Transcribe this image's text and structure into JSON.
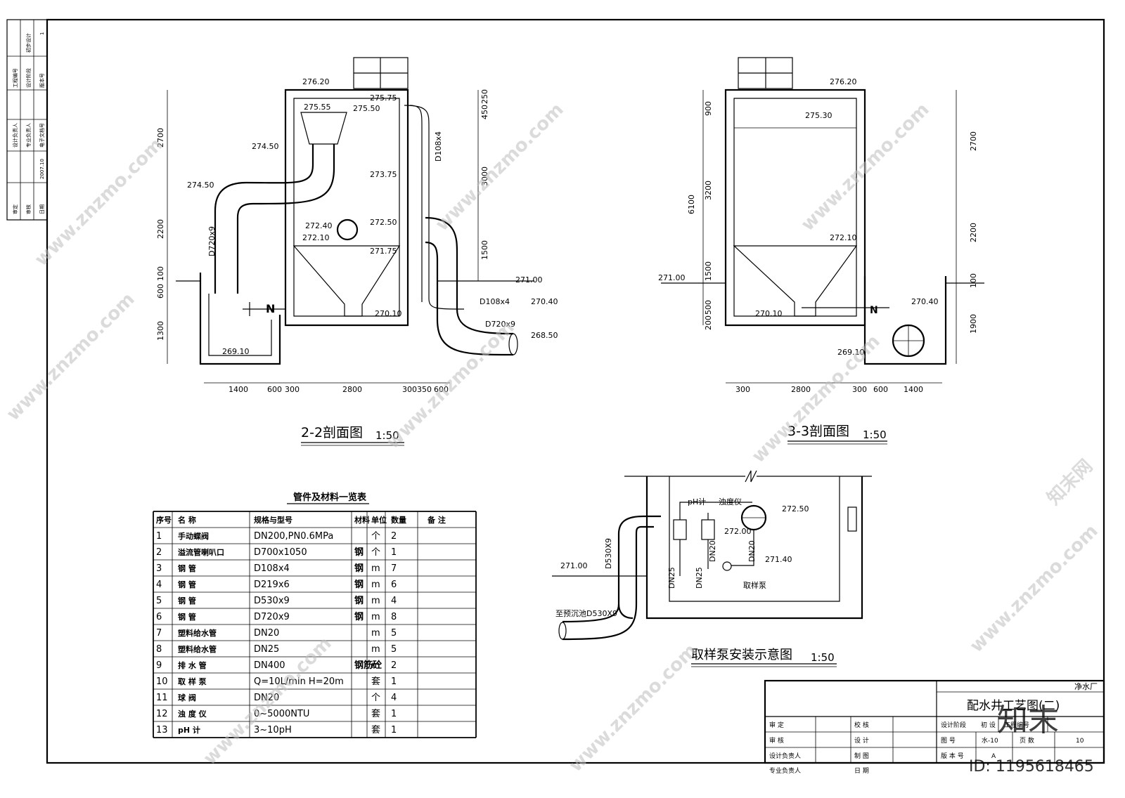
{
  "titles": {
    "section22": "2-2剖面图",
    "section33": "3-3剖面图",
    "scale": "1:50",
    "pump": "取样泵安装示意图",
    "table": "管件及材料一览表"
  },
  "side_strip": {
    "cells": [
      "工程编号",
      "设计阶段",
      "版本号",
      "初步设计",
      "1",
      "设计负责人",
      "专业负责人",
      "电子文档号",
      "审定",
      "审核",
      "日期",
      "2007.10"
    ]
  },
  "s22": {
    "levels": [
      "276.20",
      "275.75",
      "275.55",
      "275.50",
      "274.50",
      "274.50",
      "273.75",
      "272.50",
      "272.40",
      "272.10",
      "271.75",
      "271.00",
      "270.40",
      "270.10",
      "269.10",
      "268.50"
    ],
    "pipes": [
      "D720x9",
      "D108x4",
      "D108x4",
      "D720x9"
    ],
    "vdims": [
      "2700",
      "2200",
      "100",
      "600",
      "1300",
      "250",
      "450",
      "3000",
      "1500"
    ],
    "hdims": [
      "1400",
      "600",
      "300",
      "2800",
      "300",
      "350",
      "600"
    ]
  },
  "s33": {
    "levels": [
      "276.20",
      "275.30",
      "272.10",
      "271.00",
      "270.40",
      "270.10",
      "269.10"
    ],
    "vdims": [
      "900",
      "3200",
      "6100",
      "1500",
      "200",
      "500",
      "2700",
      "2200",
      "100",
      "1900"
    ],
    "hdims": [
      "300",
      "2800",
      "300",
      "600",
      "1400"
    ]
  },
  "pump": {
    "labels": [
      "pH计",
      "浊度仪",
      "取样泵",
      "至预沉池D530X9"
    ],
    "levels": [
      "272.50",
      "272.00",
      "271.40",
      "271.00"
    ],
    "pipes": [
      "D530X9",
      "DN20",
      "DN20",
      "DN25",
      "DN25"
    ]
  },
  "table": {
    "headers": [
      "序号",
      "名 称",
      "规格与型号",
      "材料",
      "单位",
      "数量",
      "备 注"
    ],
    "rows": [
      [
        "1",
        "手动蝶阀",
        "DN200,PN0.6MPa",
        "",
        "个",
        "2",
        ""
      ],
      [
        "2",
        "溢流管喇叭口",
        "D700x1050",
        "钢",
        "个",
        "1",
        ""
      ],
      [
        "3",
        "钢 管",
        "D108x4",
        "钢",
        "m",
        "7",
        ""
      ],
      [
        "4",
        "钢 管",
        "D219x6",
        "钢",
        "m",
        "6",
        ""
      ],
      [
        "5",
        "钢 管",
        "D530x9",
        "钢",
        "m",
        "4",
        ""
      ],
      [
        "6",
        "钢 管",
        "D720x9",
        "钢",
        "m",
        "8",
        ""
      ],
      [
        "7",
        "塑料给水管",
        "DN20",
        "",
        "m",
        "5",
        ""
      ],
      [
        "8",
        "塑料给水管",
        "DN25",
        "",
        "m",
        "5",
        ""
      ],
      [
        "9",
        "排 水 管",
        "DN400",
        "钢筋砼",
        "m",
        "2",
        ""
      ],
      [
        "10",
        "取 样 泵",
        "Q=10L/min H=20m",
        "",
        "套",
        "1",
        ""
      ],
      [
        "11",
        "球 阀",
        "DN20",
        "",
        "个",
        "4",
        ""
      ],
      [
        "12",
        "浊 度 仪",
        "0~5000NTU",
        "",
        "套",
        "1",
        ""
      ],
      [
        "13",
        "pH 计",
        "3~10pH",
        "",
        "套",
        "1",
        ""
      ]
    ]
  },
  "titleblock": {
    "company": "净水厂",
    "drawing_title": "配水井工艺图(二)",
    "left_labels": [
      "审 定",
      "审 核",
      "设计负责人",
      "专业负责人"
    ],
    "mid_labels": [
      "校 核",
      "设 计",
      "制 图",
      "日 期"
    ],
    "r1": [
      "设计阶段",
      "初 设",
      "工程编号"
    ],
    "r2": [
      "图 号",
      "水-10",
      "页 数",
      "10"
    ],
    "r3": [
      "版 本 号",
      "A"
    ]
  },
  "watermark": {
    "site": "www.znzmo.com",
    "brand": "知末",
    "id": "ID: 1195618465",
    "cn": "知末网"
  }
}
